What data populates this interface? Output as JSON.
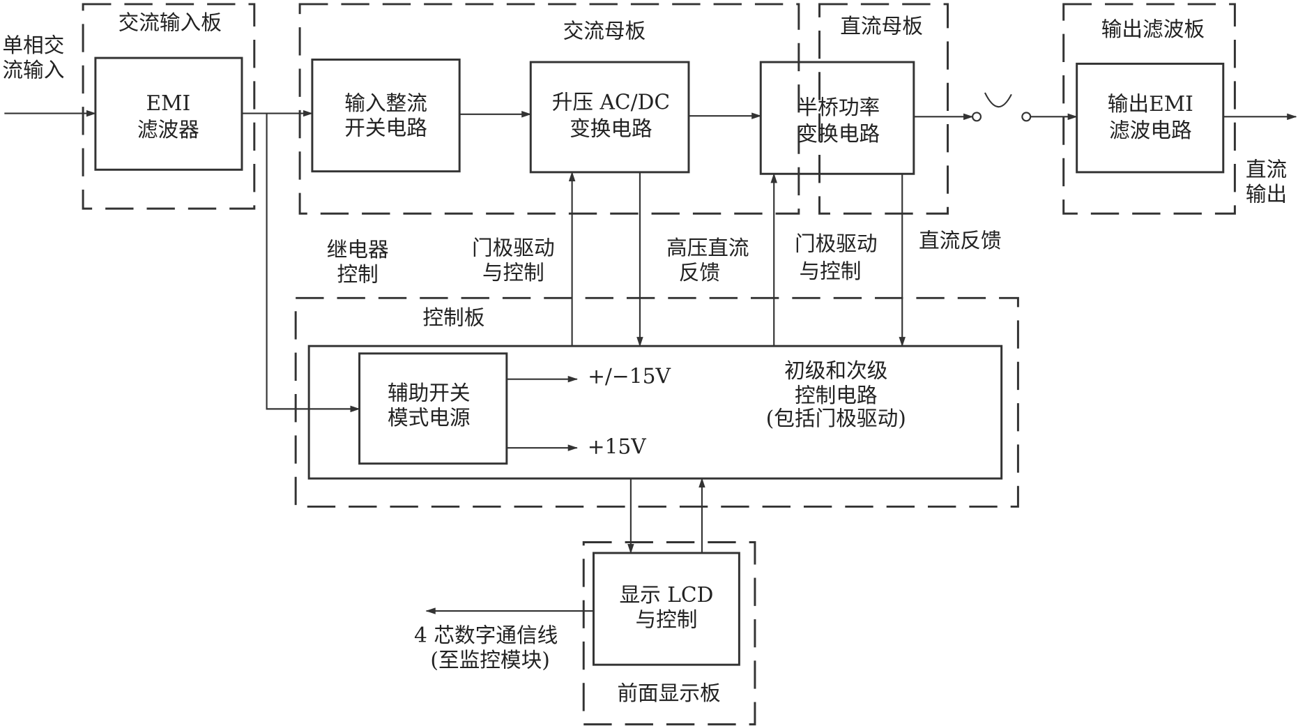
{
  "boards": {
    "ac_input": "交流输入板",
    "ac_mother": "交流母板",
    "dc_mother": "直流母板",
    "output_filter": "输出滤波板",
    "control": "控制板",
    "front_display": "前面显示板"
  },
  "blocks": {
    "emi": [
      "EMI",
      "滤波器"
    ],
    "rectifier": [
      "输入整流",
      "开关电路"
    ],
    "boost": [
      "升压 AC/DC",
      "变换电路"
    ],
    "half_bridge": [
      "半桥功率",
      "变换电路"
    ],
    "output_emi": [
      "输出EMI",
      "滤波电路"
    ],
    "aux_power": [
      "辅助开关",
      "模式电源"
    ],
    "control_circuit": [
      "初级和次级",
      "控制电路",
      "(包括门极驱动)"
    ],
    "lcd": [
      "显示 LCD",
      "与控制"
    ]
  },
  "labels": {
    "ac_in": [
      "单相交",
      "流输入"
    ],
    "dc_out": [
      "直流",
      "输出"
    ],
    "relay": [
      "继电器",
      "控制"
    ],
    "gate1": [
      "门极驱动",
      "与控制"
    ],
    "hv_fb": [
      "高压直流",
      "反馈"
    ],
    "gate2": [
      "门极驱动",
      "与控制"
    ],
    "dc_fb": "直流反馈",
    "v_pm15": "+/−15V",
    "v_15": "+15V",
    "comm": [
      "4 芯数字通信线",
      "(至监控模块)"
    ]
  }
}
